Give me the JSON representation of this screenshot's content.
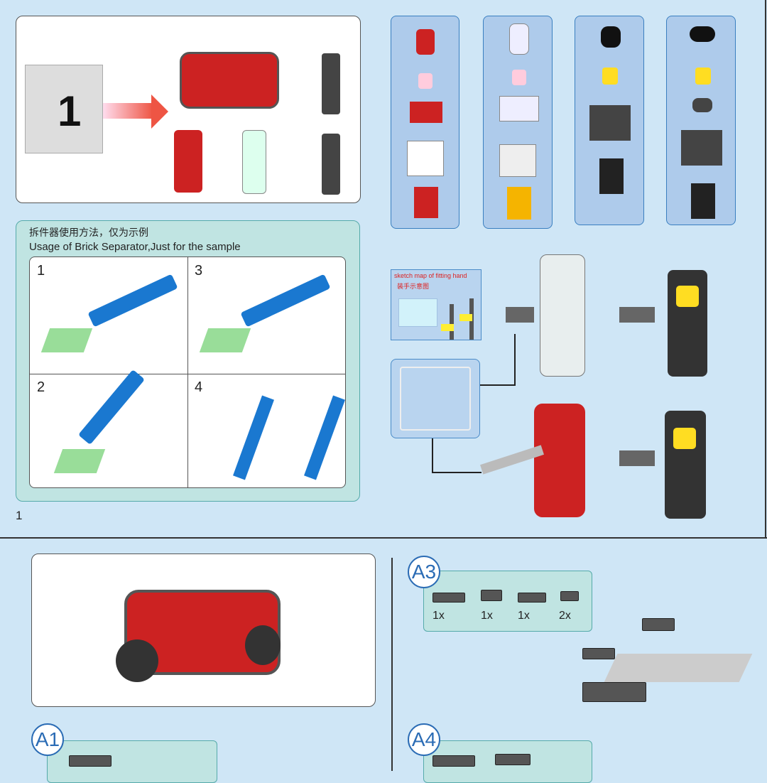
{
  "top_box": {
    "bag_number": "1"
  },
  "separator": {
    "title_cn": "拆件器使用方法，仅为示例",
    "title_en": "Usage of Brick Separator,Just for the sample",
    "steps": [
      "1",
      "3",
      "2",
      "4"
    ]
  },
  "sketch": {
    "title_en": "sketch map of fitting hand",
    "title_cn": "装手示意图"
  },
  "page_number": "1",
  "steps": [
    {
      "label": "A1"
    },
    {
      "label": "A3",
      "quantities": [
        "1x",
        "1x",
        "1x",
        "2x"
      ]
    },
    {
      "label": "A4"
    }
  ],
  "colors": {
    "background": "#cfe6f6",
    "accent": "#2b6cb5",
    "red": "#d22",
    "figure_panel": "#aecbeb"
  }
}
